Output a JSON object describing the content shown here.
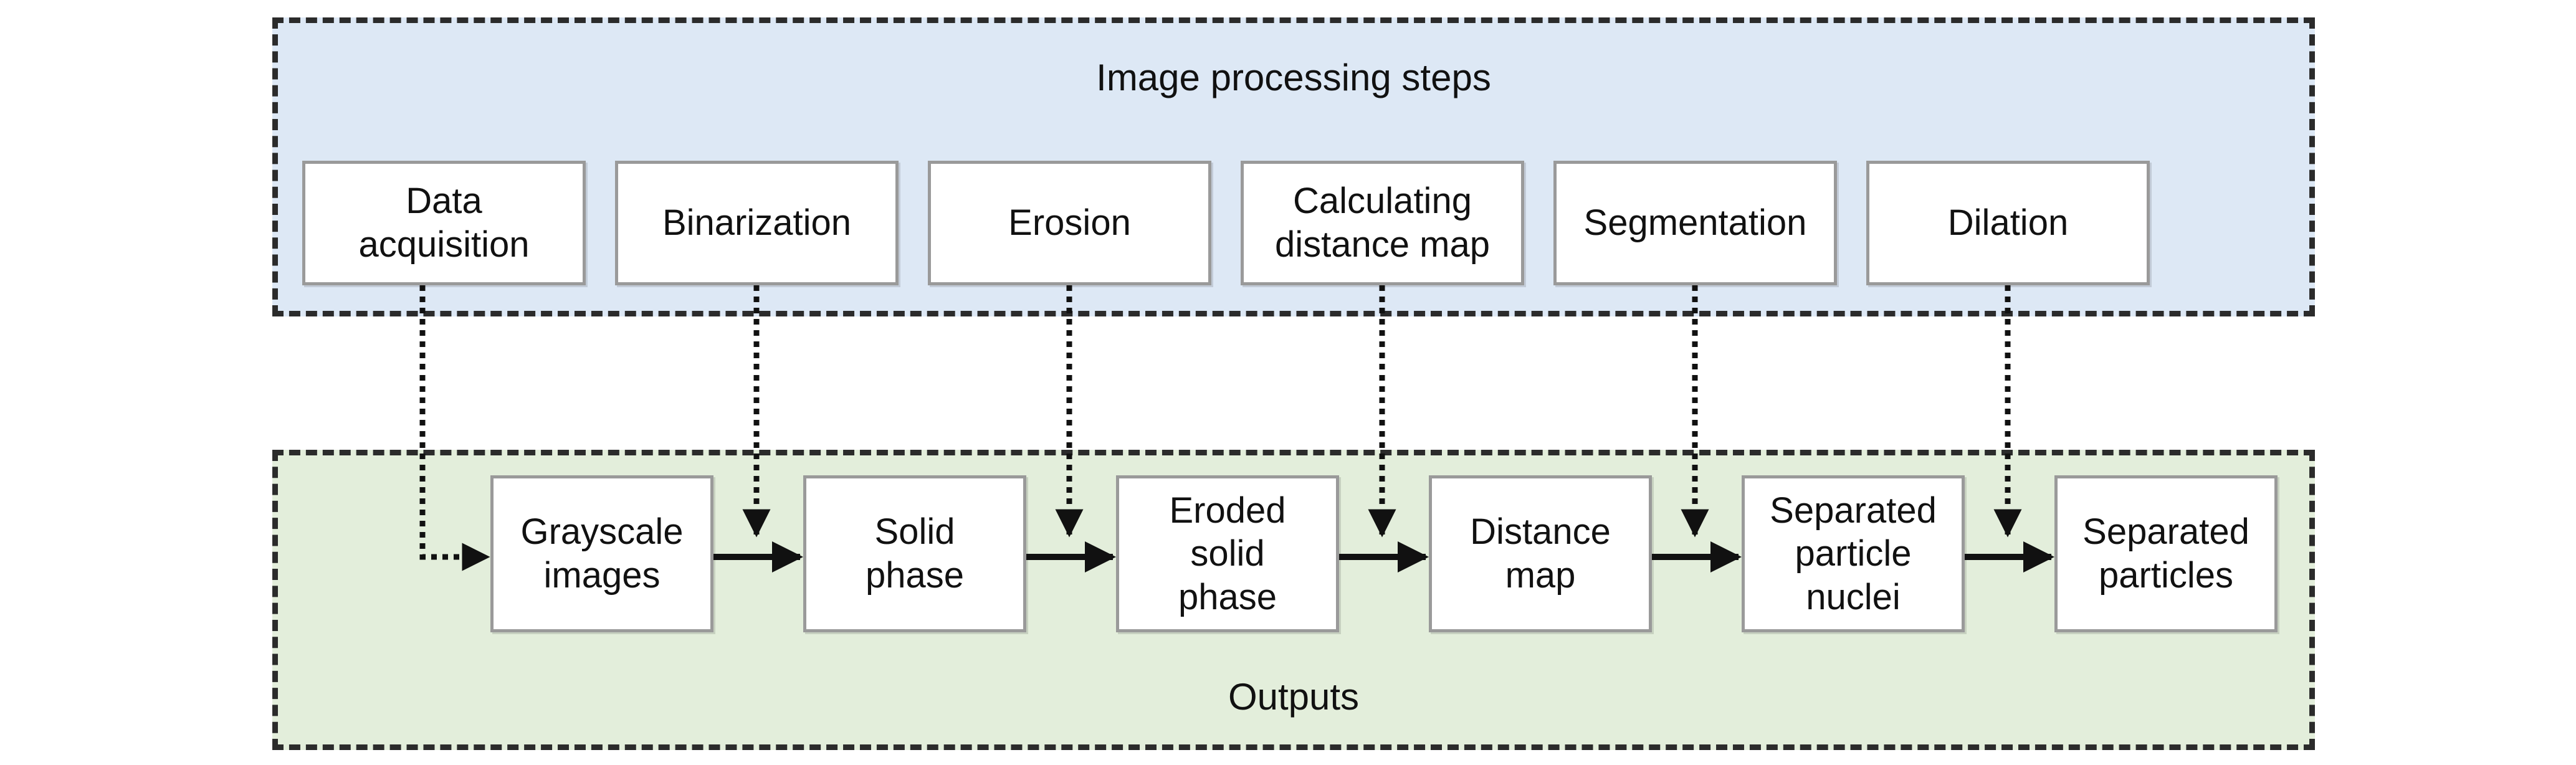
{
  "steps_panel": {
    "title": "Image processing steps",
    "fill": "#dde8f5",
    "steps": [
      {
        "label": "Data\nacquisition"
      },
      {
        "label": "Binarization"
      },
      {
        "label": "Erosion"
      },
      {
        "label": "Calculating\ndistance map"
      },
      {
        "label": "Segmentation"
      },
      {
        "label": "Dilation"
      }
    ]
  },
  "outputs_panel": {
    "title": "Outputs",
    "fill": "#e3eedb",
    "outputs": [
      {
        "label": "Grayscale\nimages"
      },
      {
        "label": "Solid\nphase"
      },
      {
        "label": "Eroded\nsolid\nphase"
      },
      {
        "label": "Distance\nmap"
      },
      {
        "label": "Separated\nparticle\nnuclei"
      },
      {
        "label": "Separated\nparticles"
      }
    ]
  },
  "colors": {
    "border": "#2b2b2b",
    "box_border": "#9a9a9a",
    "arrow": "#111111"
  }
}
